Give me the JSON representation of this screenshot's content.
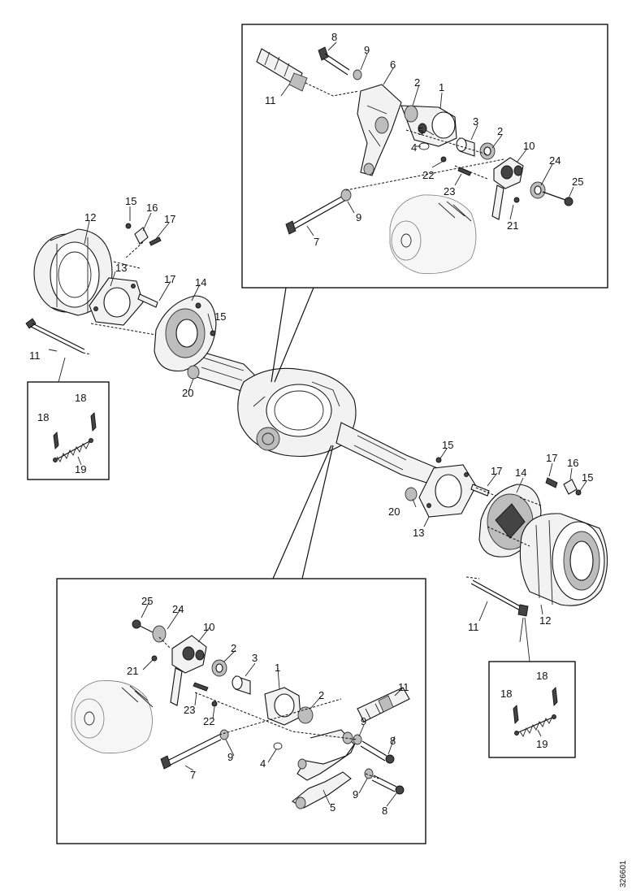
{
  "document_number": "326601",
  "labels": {
    "top_inset": {
      "l1": "1",
      "l2a": "2",
      "l2b": "2",
      "l3": "3",
      "l4": "4",
      "l5": "5",
      "l6": "6",
      "l7": "7",
      "l8": "8",
      "l9a": "9",
      "l9b": "9",
      "l10": "10",
      "l11": "11",
      "l21": "21",
      "l22": "22",
      "l23": "23",
      "l24": "24",
      "l25": "25"
    },
    "left_brake": {
      "l11": "11",
      "l12": "12",
      "l13": "13",
      "l14": "14",
      "l15a": "15",
      "l15b": "15",
      "l16": "16",
      "l17a": "17",
      "l17b": "17",
      "l20": "20"
    },
    "left_spring_inset": {
      "l18a": "18",
      "l18b": "18",
      "l19": "19"
    },
    "right_brake": {
      "l11": "11",
      "l12": "12",
      "l13": "13",
      "l14": "14",
      "l15a": "15",
      "l15b": "15",
      "l16": "16",
      "l17a": "17",
      "l17b": "17",
      "l20": "20"
    },
    "right_spring_inset": {
      "l18a": "18",
      "l18b": "18",
      "l19": "19"
    },
    "bottom_inset": {
      "l1": "1",
      "l2a": "2",
      "l2b": "2",
      "l3": "3",
      "l4": "4",
      "l5": "5",
      "l7": "7",
      "l8a": "8",
      "l8b": "8",
      "l9a": "9",
      "l9b": "9",
      "l9c": "9",
      "l10": "10",
      "l11": "11",
      "l21": "21",
      "l22": "22",
      "l23": "23",
      "l24": "24",
      "l25": "25"
    }
  }
}
